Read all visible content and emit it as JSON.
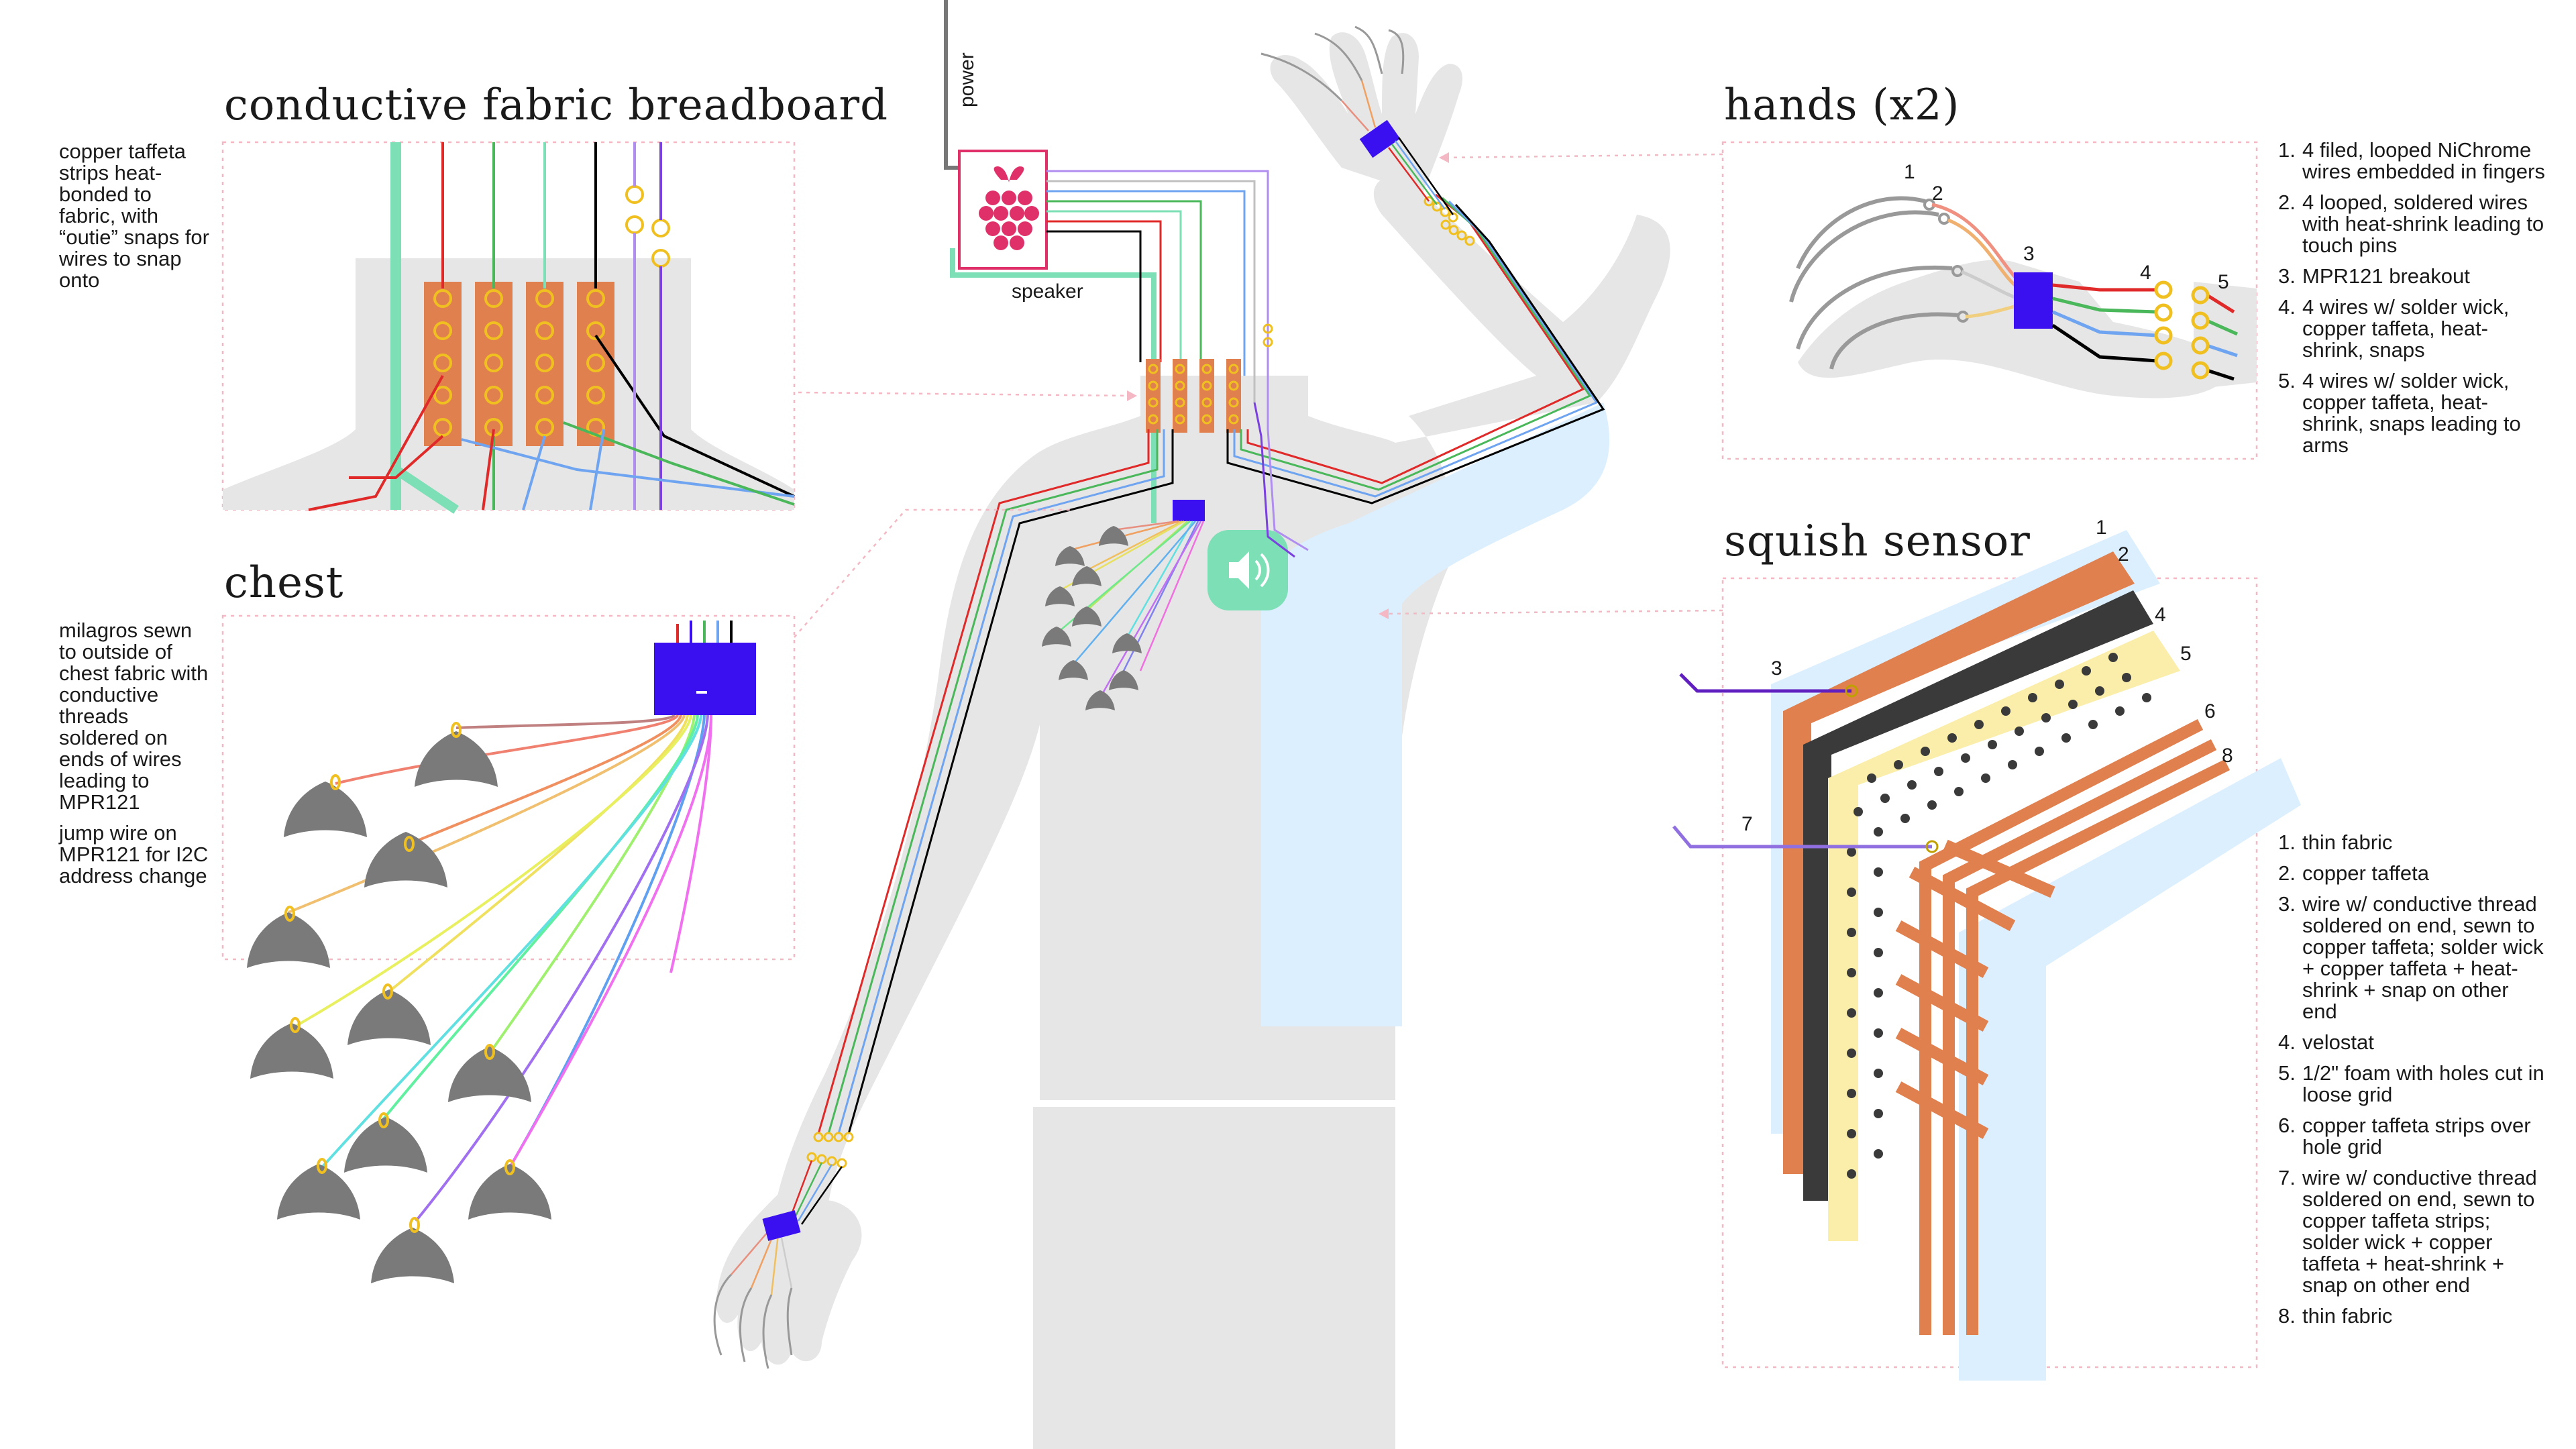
{
  "titles": {
    "breadboard": "conductive fabric breadboard",
    "chest": "chest",
    "hands": "hands (x2)",
    "squish": "squish sensor"
  },
  "labels": {
    "power": "power",
    "speaker": "speaker"
  },
  "notes": {
    "breadboard": "copper taffeta strips heat-bonded to fabric, with “outie” snaps for wires to snap onto",
    "chest_1": "milagros sewn to outside of chest fabric with conductive threads soldered on ends of wires leading to MPR121",
    "chest_2": "jump wire on MPR121 for I2C address change"
  },
  "hands_callouts": [
    "1",
    "2",
    "3",
    "4",
    "5"
  ],
  "hands_legend": [
    {
      "num": "1.",
      "text": "4 filed, looped NiChrome wires embedded in fingers"
    },
    {
      "num": "2.",
      "text": "4 looped, soldered wires with heat-shrink leading to touch pins"
    },
    {
      "num": "3.",
      "text": "MPR121 breakout"
    },
    {
      "num": "4.",
      "text": "4 wires w/ solder wick, copper taffeta, heat-shrink, snaps"
    },
    {
      "num": "5.",
      "text": "4 wires w/ solder wick, copper taffeta, heat-shrink, snaps leading to arms"
    }
  ],
  "squish_callouts": [
    "1",
    "2",
    "3",
    "4",
    "5",
    "6",
    "7",
    "8"
  ],
  "squish_legend": [
    {
      "num": "1.",
      "text": "thin fabric"
    },
    {
      "num": "2.",
      "text": "copper taffeta"
    },
    {
      "num": "3.",
      "text": "wire w/ conductive thread soldered on end, sewn to copper taffeta; solder wick + copper taffeta + heat-shrink + snap on other end"
    },
    {
      "num": "4.",
      "text": "velostat"
    },
    {
      "num": "5.",
      "text": "1/2\" foam with holes cut in loose grid"
    },
    {
      "num": "6.",
      "text": "copper taffeta strips over hole grid"
    },
    {
      "num": "7.",
      "text": "wire w/ conductive thread soldered on end, sewn to copper taffeta strips; solder wick + copper taffeta + heat-shrink + snap on other end"
    },
    {
      "num": "8.",
      "text": "thin fabric"
    }
  ],
  "colors": {
    "body": "#e6e6e6",
    "copper": "#e0804e",
    "velostat": "#3a3a3a",
    "foam": "#faeeaa",
    "fabric": "#dcefff",
    "chip": "#3a10f0",
    "mint": "#7ddfb6",
    "raspberry": "#e0306a",
    "milagro": "#7a7a7a",
    "snap": "#f0c020",
    "dashed": "#f3b8c4"
  },
  "icons": {
    "pi": "raspberry-pi-icon",
    "speaker": "speaker-volume-icon"
  }
}
